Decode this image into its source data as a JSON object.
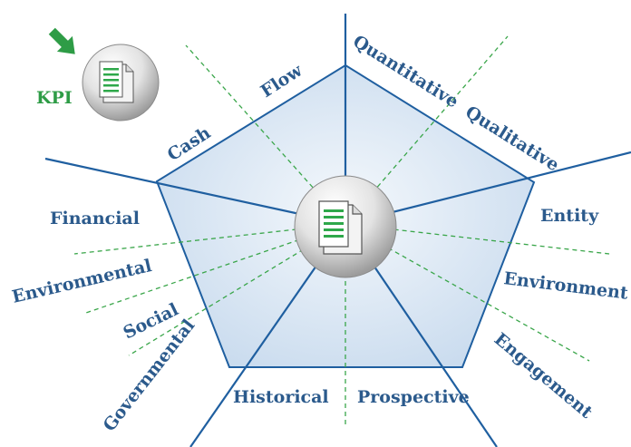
{
  "colors": {
    "label": "#2b5a8c",
    "axis_line": "#1f5fa0",
    "dashed_line": "#3aa64a",
    "pentagon_fill": "#d5e3f1",
    "pentagon_stroke": "#1f5fa0",
    "kpi_text": "#2e9c46",
    "arrow": "#2e9c46",
    "doc_green": "#2ea84a"
  },
  "icons": {
    "center": "document-icon",
    "kpi": "document-icon",
    "arrow": "arrow-down-right-icon"
  },
  "kpi_label": "KPI",
  "dimensions": [
    {
      "label": "Cash"
    },
    {
      "label": "Flow"
    },
    {
      "label": "Quantitative"
    },
    {
      "label": "Qualitative"
    },
    {
      "label": "Entity"
    },
    {
      "label": "Environment"
    },
    {
      "label": "Engagement"
    },
    {
      "label": "Prospective"
    },
    {
      "label": "Historical"
    },
    {
      "label": "Governmental"
    },
    {
      "label": "Social"
    },
    {
      "label": "Environmental"
    },
    {
      "label": "Financial"
    }
  ]
}
